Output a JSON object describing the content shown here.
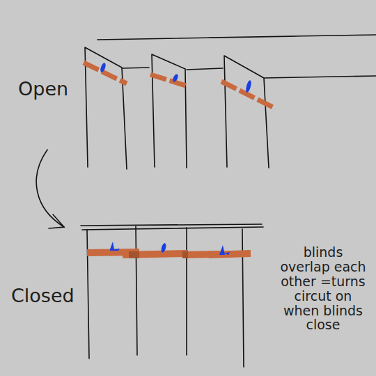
{
  "diagram": {
    "labels": [
      "Open",
      "Closed",
      "blinds overlap each other =turns circut on when blinds close"
    ]
  }
}
